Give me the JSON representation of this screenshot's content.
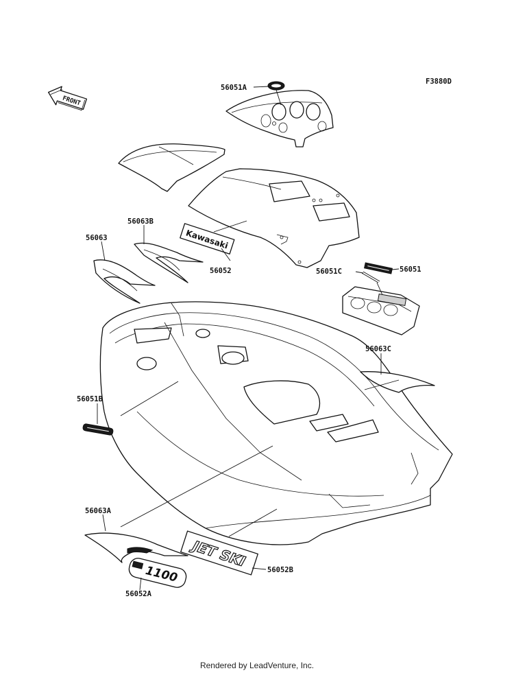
{
  "diagram": {
    "code": "F3880D",
    "front_label": "FRONT",
    "callouts": {
      "p56051A": "56051A",
      "p56063B": "56063B",
      "p56063": "56063",
      "p56052": "56052",
      "p56051C": "56051C",
      "p56051": "56051",
      "p56063C": "56063C",
      "p56051B": "56051B",
      "p56063A": "56063A",
      "p56052A": "56052A",
      "p56052B": "56052B"
    },
    "decal_text": {
      "kawasaki": "Kawasaki",
      "jetski": "JET SKI",
      "model": "1100"
    }
  },
  "footer": "Rendered by LeadVenture, Inc."
}
